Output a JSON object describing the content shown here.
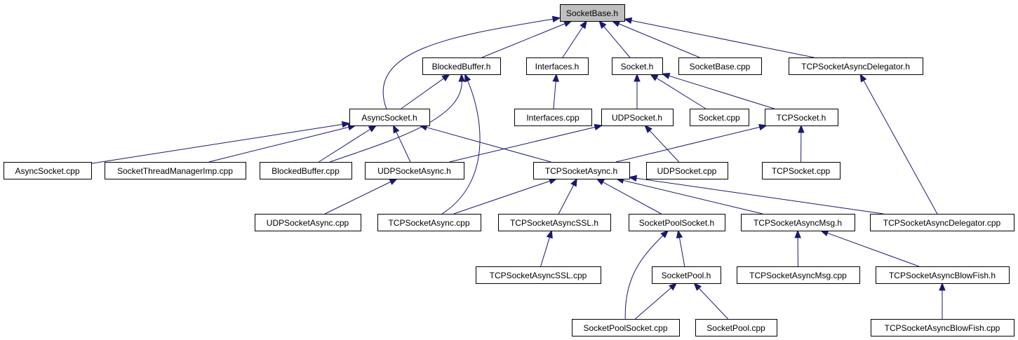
{
  "colors": {
    "edge": "#191970",
    "root_fill": "#bfbfbf",
    "node_border": "#000000",
    "background": "#ffffff"
  },
  "graph": {
    "root": "SocketBase.h",
    "nodes": [
      {
        "id": "socketbase_h",
        "label": "SocketBase.h"
      },
      {
        "id": "blockedbuffer_h",
        "label": "BlockedBuffer.h"
      },
      {
        "id": "interfaces_h",
        "label": "Interfaces.h"
      },
      {
        "id": "socket_h",
        "label": "Socket.h"
      },
      {
        "id": "socketbase_cpp",
        "label": "SocketBase.cpp"
      },
      {
        "id": "tcpsocketasyncdelegator_h",
        "label": "TCPSocketAsyncDelegator.h"
      },
      {
        "id": "asyncsocket_h",
        "label": "AsyncSocket.h"
      },
      {
        "id": "interfaces_cpp",
        "label": "Interfaces.cpp"
      },
      {
        "id": "udpsocket_h",
        "label": "UDPSocket.h"
      },
      {
        "id": "socket_cpp",
        "label": "Socket.cpp"
      },
      {
        "id": "tcpsocket_h",
        "label": "TCPSocket.h"
      },
      {
        "id": "asyncsocket_cpp",
        "label": "AsyncSocket.cpp"
      },
      {
        "id": "socketthreadmanagerimp_cpp",
        "label": "SocketThreadManagerImp.cpp"
      },
      {
        "id": "blockedbuffer_cpp",
        "label": "BlockedBuffer.cpp"
      },
      {
        "id": "udpsocketasync_h",
        "label": "UDPSocketAsync.h"
      },
      {
        "id": "tcpsocketasync_h",
        "label": "TCPSocketAsync.h"
      },
      {
        "id": "udpsocket_cpp",
        "label": "UDPSocket.cpp"
      },
      {
        "id": "tcpsocket_cpp",
        "label": "TCPSocket.cpp"
      },
      {
        "id": "udpsocketasync_cpp",
        "label": "UDPSocketAsync.cpp"
      },
      {
        "id": "tcpsocketasync_cpp",
        "label": "TCPSocketAsync.cpp"
      },
      {
        "id": "tcpsocketasyncssl_h",
        "label": "TCPSocketAsyncSSL.h"
      },
      {
        "id": "socketpoolsocket_h",
        "label": "SocketPoolSocket.h"
      },
      {
        "id": "tcpsocketasyncmsg_h",
        "label": "TCPSocketAsyncMsg.h"
      },
      {
        "id": "tcpsocketasyncdelegator_cpp",
        "label": "TCPSocketAsyncDelegator.cpp"
      },
      {
        "id": "tcpsocketasyncssl_cpp",
        "label": "TCPSocketAsyncSSL.cpp"
      },
      {
        "id": "socketpool_h",
        "label": "SocketPool.h"
      },
      {
        "id": "tcpsocketasyncmsg_cpp",
        "label": "TCPSocketAsyncMsg.cpp"
      },
      {
        "id": "tcpsocketasyncblowfish_h",
        "label": "TCPSocketAsyncBlowFish.h"
      },
      {
        "id": "socketpoolsocket_cpp",
        "label": "SocketPoolSocket.cpp"
      },
      {
        "id": "socketpool_cpp",
        "label": "SocketPool.cpp"
      },
      {
        "id": "tcpsocketasyncblowfish_cpp",
        "label": "TCPSocketAsyncBlowFish.cpp"
      }
    ],
    "edges": [
      {
        "from": "blockedbuffer_h",
        "to": "socketbase_h"
      },
      {
        "from": "interfaces_h",
        "to": "socketbase_h"
      },
      {
        "from": "socket_h",
        "to": "socketbase_h"
      },
      {
        "from": "socketbase_cpp",
        "to": "socketbase_h"
      },
      {
        "from": "tcpsocketasyncdelegator_h",
        "to": "socketbase_h"
      },
      {
        "from": "asyncsocket_h",
        "to": "socketbase_h"
      },
      {
        "from": "asyncsocket_h",
        "to": "blockedbuffer_h"
      },
      {
        "from": "blockedbuffer_cpp",
        "to": "blockedbuffer_h"
      },
      {
        "from": "tcpsocketasync_cpp",
        "to": "blockedbuffer_h"
      },
      {
        "from": "interfaces_cpp",
        "to": "interfaces_h"
      },
      {
        "from": "udpsocket_h",
        "to": "socket_h"
      },
      {
        "from": "socket_cpp",
        "to": "socket_h"
      },
      {
        "from": "tcpsocket_h",
        "to": "socket_h"
      },
      {
        "from": "tcpsocketasyncdelegator_cpp",
        "to": "tcpsocketasyncdelegator_h"
      },
      {
        "from": "asyncsocket_cpp",
        "to": "asyncsocket_h"
      },
      {
        "from": "socketthreadmanagerimp_cpp",
        "to": "asyncsocket_h"
      },
      {
        "from": "blockedbuffer_cpp",
        "to": "asyncsocket_h"
      },
      {
        "from": "udpsocketasync_h",
        "to": "asyncsocket_h"
      },
      {
        "from": "tcpsocketasync_h",
        "to": "asyncsocket_h"
      },
      {
        "from": "udpsocketasync_h",
        "to": "udpsocket_h"
      },
      {
        "from": "udpsocket_cpp",
        "to": "udpsocket_h"
      },
      {
        "from": "tcpsocketasync_h",
        "to": "tcpsocket_h"
      },
      {
        "from": "tcpsocket_cpp",
        "to": "tcpsocket_h"
      },
      {
        "from": "udpsocketasync_cpp",
        "to": "udpsocketasync_h"
      },
      {
        "from": "tcpsocketasync_cpp",
        "to": "tcpsocketasync_h"
      },
      {
        "from": "tcpsocketasyncssl_h",
        "to": "tcpsocketasync_h"
      },
      {
        "from": "socketpoolsocket_h",
        "to": "tcpsocketasync_h"
      },
      {
        "from": "tcpsocketasyncmsg_h",
        "to": "tcpsocketasync_h"
      },
      {
        "from": "tcpsocketasyncdelegator_cpp",
        "to": "tcpsocketasync_h"
      },
      {
        "from": "tcpsocketasyncssl_cpp",
        "to": "tcpsocketasyncssl_h"
      },
      {
        "from": "socketpool_h",
        "to": "socketpoolsocket_h"
      },
      {
        "from": "socketpoolsocket_cpp",
        "to": "socketpoolsocket_h"
      },
      {
        "from": "tcpsocketasyncmsg_cpp",
        "to": "tcpsocketasyncmsg_h"
      },
      {
        "from": "tcpsocketasyncblowfish_h",
        "to": "tcpsocketasyncmsg_h"
      },
      {
        "from": "socketpoolsocket_cpp",
        "to": "socketpool_h"
      },
      {
        "from": "socketpool_cpp",
        "to": "socketpool_h"
      },
      {
        "from": "tcpsocketasyncblowfish_cpp",
        "to": "tcpsocketasyncblowfish_h"
      }
    ]
  }
}
